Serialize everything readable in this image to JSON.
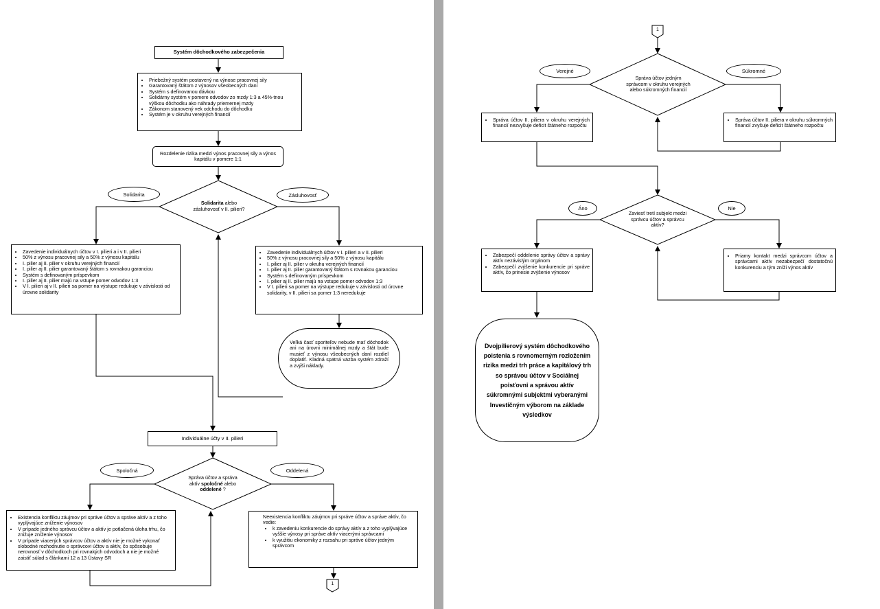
{
  "left": {
    "title": "Systém dôchodkového zabezpečenia",
    "features": [
      "Priebežný systém postavený na výnose pracovnej sily",
      "Garantovaný štátom z výnosov všeobecných daní",
      "Systém s definovanou dávkou",
      "Solidárny systém v pomere odvodov zo mzdy 1:3 a 45%-tnou výškou dôchodku ako náhrady priemernej mzdy",
      "Zákonom stanovený vek odchodu do dôchodku",
      "Systém je v okruhu verejných financií"
    ],
    "risk_split": "Rozdelenie rizika medzi výnos pracovnej sily a výnos kapitálu v pomere 1:1",
    "decision1_bold": "Solidarita",
    "decision1_rest": " alebo zásluhovosť v II. pilieri?",
    "label_solidarita": "Solidarita",
    "label_zasluhovost": "Zásluhovosť",
    "solidarita_items": [
      "Zavedenie individuálnych účtov v I. pilieri a i v II. pilieri",
      "50% z výnosu pracovnej sily a 50% z výnosu kapitálu",
      "I. pilier aj II. pilier v okruhu verejných financií",
      "I. pilier aj II. pilier garantovaný štátom s rovnakou garanciou",
      "Systém s definovaným príspevkom",
      "I. pilier aj II. pilier majú na vstupe pomer odvodov 1:3",
      "V I. pilieri aj v II. pilieri sa pomer na výstupe redukuje v závislosti od úrovne solidarity"
    ],
    "zasluhovost_items": [
      "Zavedenie individuálnych účtov v I. pilieri a v II. pilieri",
      "50% z výnosu pracovnej sily a 50% z výnosu kapitálu",
      "I. pilier aj II. pilier v okruhu verejných financií",
      "I. pilier aj II. pilier garantovaný štátom s rovnakou garanciou",
      "Systém s definovaným príspevkom",
      "I. pilier aj II. pilier majú na vstupe pomer odvodov 1:3",
      "V I. pilieri sa pomer na výstupe redukuje v závislosti od úrovne solidarity, v II. pilieri sa pomer 1:3 neredukuje"
    ],
    "note": "Veľká časť sporiteľov nebude mať dôchodok ani na úrovni minimálnej mzdy a štát bude musieť z výnosu všeobecných daní rozdiel doplatiť. Kladná spätná väzba systém zdraží a zvýši náklady.",
    "individual_accounts": "Individuálne účty v II. pilieri",
    "decision2_pre": "Správa účtov a správa aktív ",
    "decision2_bold1": "spoločné",
    "decision2_mid": " alebo ",
    "decision2_bold2": "oddelené",
    "decision2_post": " ?",
    "label_spolocna": "Spoločná",
    "label_oddelena": "Oddelená",
    "spolocna_items": [
      "Existencia konfliktu záujmov pri správe účtov a správe aktív a z toho vyplývajúce zníženie výnosov",
      "V prípade jedného správcu účtov a aktív je potlačená úloha trhu, čo znižuje zníženie výnosov",
      "V prípade viacerých správcov účtov a aktív nie je možné vykonať slobodné rozhodnutie o správcovi účtov a aktív, čo spôsobuje nerovnosť v dôchodkoch pri rovnakých odvodoch a nie je možné zaistiť súlad s článkami 12 a 13 Ústavy SR"
    ],
    "oddelena_intro": "Neexistencia konfliktu záujmov pri správe účtov a správe aktív, čo vedie:",
    "oddelena_items": [
      "k zavedeniu konkurencie do správy aktív a z toho vyplývajúce vyššie výnosy pri správe aktív viacerými správcami",
      "k využitiu ekonomiky z rozsahu pri správe účtov jedným správcom"
    ],
    "connector": "1"
  },
  "right": {
    "connector": "1",
    "decision3": "Správa účtov jedným správcom v okruhu verejných alebo súkromných financií",
    "label_verejne": "Verejné",
    "label_sukromne": "Súkromné",
    "verejne_items": [
      "Správa účtov II. piliera v okruhu verejných financií nezvyšuje deficit štátneho rozpočtu"
    ],
    "sukromne_items": [
      "Správa účtov II. piliera v okruhu súkromných financií zvyšuje deficit štátneho rozpočtu"
    ],
    "decision4": "Zaviesť tretí subjekt medzi správcu účtov a správcu aktív?",
    "label_ano": "Áno",
    "label_nie": "Nie",
    "ano_items": [
      "Zabezpečí oddelenie správy účtov a správy aktív nezávislým orgánom",
      "Zabezpečí zvýšenie konkurencie pri správe aktív, čo prinesie zvýšenie výnosov"
    ],
    "nie_items": [
      "Priamy kontakt medzi správcom účtov a správcami aktív nezabezpečí dostatočnú konkurenciu a tým zníži výnos aktív"
    ],
    "result": "Dvojpilierový systém dôchodkového poistenia s rovnomerným rozložením rizika medzi trh práce a kapitálový trh so správou účtov v Sociálnej poisťovni a správou aktív súkromnými subjektmi vyberanými Investičným výborom na základe výsledkov"
  }
}
